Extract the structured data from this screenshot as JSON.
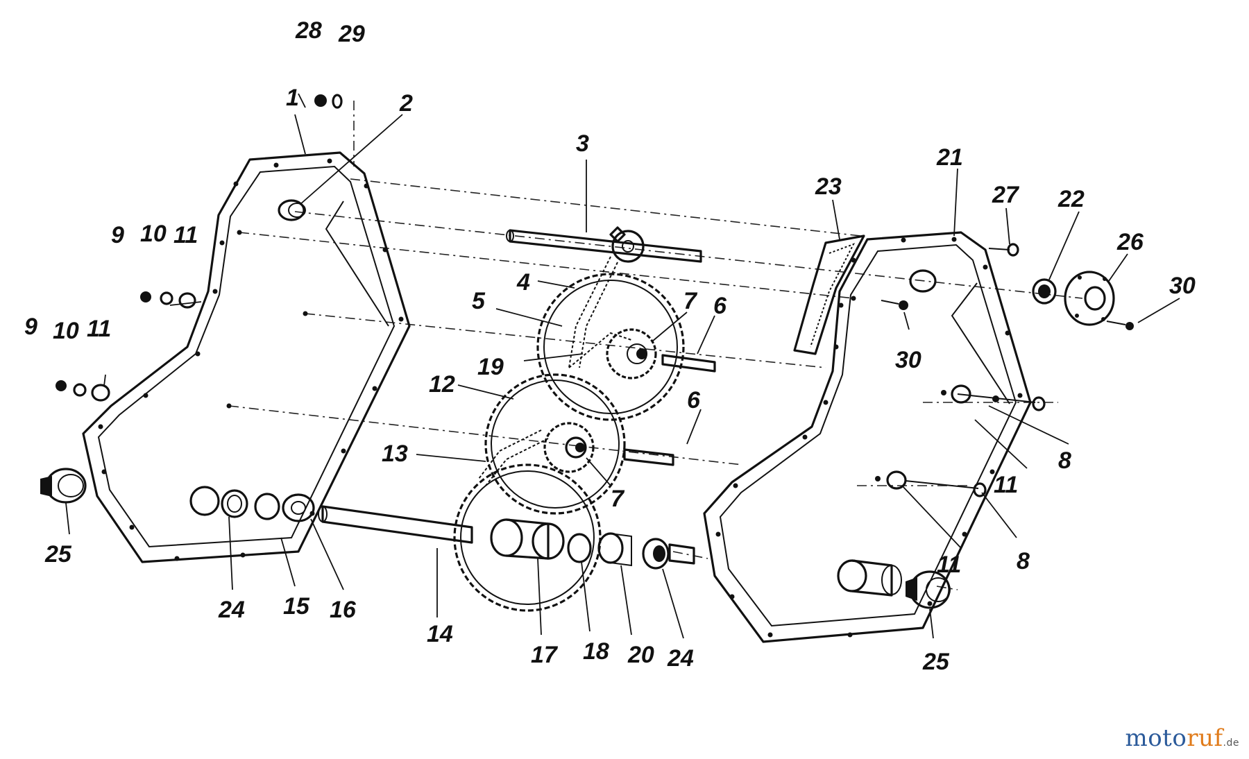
{
  "diagram": {
    "callouts": [
      {
        "id": "c28",
        "label": "28"
      },
      {
        "id": "c29",
        "label": "29"
      },
      {
        "id": "c1",
        "label": "1"
      },
      {
        "id": "c2",
        "label": "2"
      },
      {
        "id": "c3",
        "label": "3"
      },
      {
        "id": "c21",
        "label": "21"
      },
      {
        "id": "c23",
        "label": "23"
      },
      {
        "id": "c27",
        "label": "27"
      },
      {
        "id": "c22",
        "label": "22"
      },
      {
        "id": "c26",
        "label": "26"
      },
      {
        "id": "c30a",
        "label": "30"
      },
      {
        "id": "c30b",
        "label": "30"
      },
      {
        "id": "c9a",
        "label": "9"
      },
      {
        "id": "c10a",
        "label": "10"
      },
      {
        "id": "c11a",
        "label": "11"
      },
      {
        "id": "c9b",
        "label": "9"
      },
      {
        "id": "c10b",
        "label": "10"
      },
      {
        "id": "c11b",
        "label": "11"
      },
      {
        "id": "c4",
        "label": "4"
      },
      {
        "id": "c5",
        "label": "5"
      },
      {
        "id": "c7a",
        "label": "7"
      },
      {
        "id": "c6a",
        "label": "6"
      },
      {
        "id": "c19",
        "label": "19"
      },
      {
        "id": "c12",
        "label": "12"
      },
      {
        "id": "c6b",
        "label": "6"
      },
      {
        "id": "c13",
        "label": "13"
      },
      {
        "id": "c7b",
        "label": "7"
      },
      {
        "id": "c8a",
        "label": "8"
      },
      {
        "id": "c11c",
        "label": "11"
      },
      {
        "id": "c11d",
        "label": "11"
      },
      {
        "id": "c8b",
        "label": "8"
      },
      {
        "id": "c25a",
        "label": "25"
      },
      {
        "id": "c24a",
        "label": "24"
      },
      {
        "id": "c15",
        "label": "15"
      },
      {
        "id": "c16",
        "label": "16"
      },
      {
        "id": "c14",
        "label": "14"
      },
      {
        "id": "c17",
        "label": "17"
      },
      {
        "id": "c18",
        "label": "18"
      },
      {
        "id": "c20",
        "label": "20"
      },
      {
        "id": "c24b",
        "label": "24"
      },
      {
        "id": "c25b",
        "label": "25"
      }
    ]
  },
  "brand": {
    "part1": "moto",
    "part2": "ruf",
    "part3": ".de"
  }
}
